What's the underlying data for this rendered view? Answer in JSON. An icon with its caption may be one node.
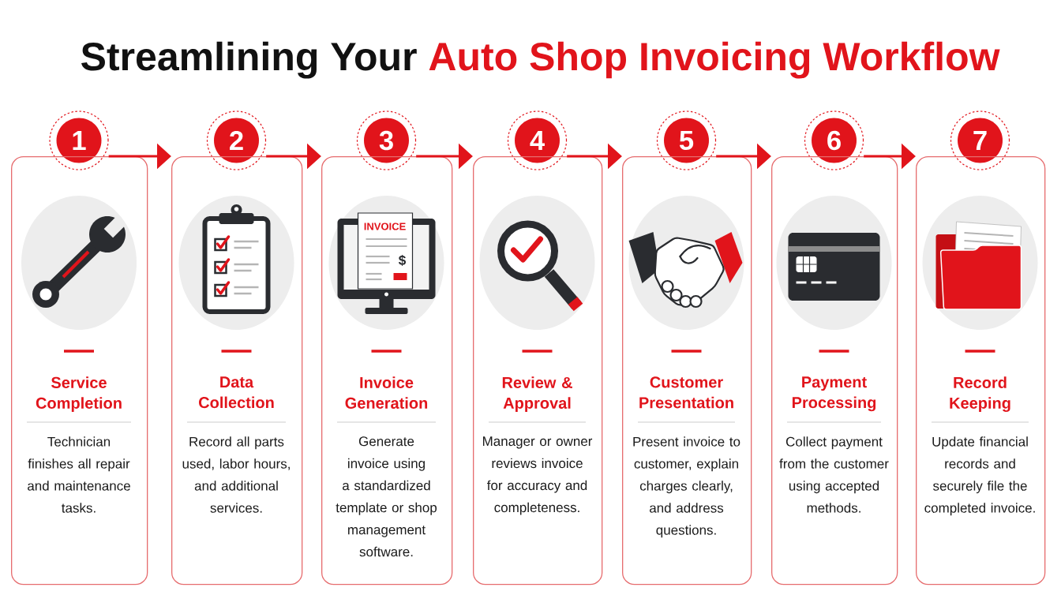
{
  "diagram": {
    "title": "Streamlining Your Auto Shop Invoicing Workflow",
    "nodes": [
      {
        "text": [
          "1"
        ]
      },
      {
        "text": [
          "Service Completion",
          "Technician finishes all repair and maintenance tasks."
        ]
      },
      {
        "text": [
          "2"
        ]
      },
      {
        "text": [
          "Data Collection",
          "Record all parts used, labor hours, and additional services."
        ]
      },
      {
        "text": [
          "3"
        ]
      },
      {
        "text": [
          "Invoice Generation",
          "Generate invoice using a standardized template or shop management software."
        ]
      },
      {
        "text": [
          "4"
        ]
      },
      {
        "text": [
          "Review & Approval",
          "Manager or owner reviews invoice for accuracy and completeness."
        ]
      },
      {
        "text": [
          "5"
        ]
      },
      {
        "text": [
          "Customer Presentation",
          "Present invoice to customer, explain charges clearly, and address questions."
        ]
      },
      {
        "text": [
          "6"
        ]
      },
      {
        "text": [
          "Payment Processing",
          "Collect payment from the customer using accepted methods."
        ]
      },
      {
        "text": [
          "7"
        ]
      },
      {
        "text": [
          "Record Keeping",
          "Update financial records and securely file the completed invoice."
        ]
      }
    ],
    "edges": [
      {
        "from": 1,
        "to": 3,
        "arrow": "to"
      },
      {
        "from": 3,
        "to": 5,
        "arrow": "to"
      },
      {
        "from": 5,
        "to": 7,
        "arrow": "to"
      },
      {
        "from": 7,
        "to": 9,
        "arrow": "to"
      },
      {
        "from": 9,
        "to": 11,
        "arrow": "to"
      },
      {
        "from": 11,
        "to": 13,
        "arrow": "to"
      }
    ],
    "labels": [
      "INVOICE",
      "$"
    ]
  }
}
